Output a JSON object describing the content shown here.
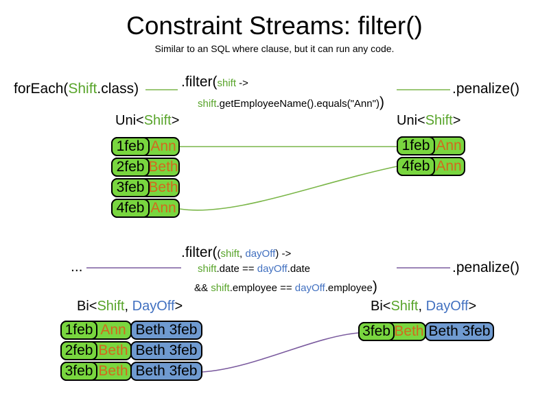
{
  "slide": {
    "title": "Constraint Streams: filter()",
    "subtitle": "Similar to an SQL where clause, but it can run any code."
  },
  "colors": {
    "box-green": "#79d63f",
    "box-blue": "#6f9ad0",
    "code-green": "#58a42a",
    "code-blue": "#4170c0",
    "name-orange": "#d2691e",
    "line-green": "#7ab648",
    "line-purple": "#7a5a9e"
  },
  "flow1": {
    "source_pre": "forEach(",
    "source_type": "Shift",
    "source_post": ".class)",
    "filter_head_pre": ".filter(",
    "filter_head_param": "shift",
    "filter_head_post": " ->",
    "filter_body_var": "shift",
    "filter_body_rest": ".getEmployeeName().equals(\"Ann\")",
    "filter_close": ")",
    "sink": ".penalize()",
    "label_pre": "Uni<",
    "label_type": "Shift",
    "label_post": ">"
  },
  "flow2": {
    "source": "...",
    "filter_head_pre": ".filter(",
    "filter_head_open": "(",
    "filter_param1": "shift",
    "filter_comma": ", ",
    "filter_param2": "dayOff",
    "filter_head_post": ") ->",
    "l2_var1": "shift",
    "l2_mid": ".date == ",
    "l2_var2": "dayOff",
    "l2_end": ".date",
    "l3_pre": "&& ",
    "l3_var1": "shift",
    "l3_mid": ".employee == ",
    "l3_var2": "dayOff",
    "l3_end": ".employee",
    "l3_close": ")",
    "sink": ".penalize()",
    "label_pre": "Bi<",
    "label_t1": "Shift",
    "label_comma": ", ",
    "label_t2": "DayOff",
    "label_post": ">"
  },
  "tables": {
    "topLeft": {
      "rows": [
        {
          "date": "1feb",
          "name": "Ann"
        },
        {
          "date": "2feb",
          "name": "Beth"
        },
        {
          "date": "3feb",
          "name": "Beth"
        },
        {
          "date": "4feb",
          "name": "Ann"
        }
      ]
    },
    "topRight": {
      "rows": [
        {
          "date": "1feb",
          "name": "Ann"
        },
        {
          "date": "4feb",
          "name": "Ann"
        }
      ]
    },
    "bottomLeft": {
      "rows": [
        {
          "date": "1feb",
          "name": "Ann",
          "pair": "Beth 3feb"
        },
        {
          "date": "2feb",
          "name": "Beth",
          "pair": "Beth 3feb"
        },
        {
          "date": "3feb",
          "name": "Beth",
          "pair": "Beth 3feb"
        }
      ]
    },
    "bottomRight": {
      "rows": [
        {
          "date": "3feb",
          "name": "Beth",
          "pair": "Beth 3feb"
        }
      ]
    }
  }
}
